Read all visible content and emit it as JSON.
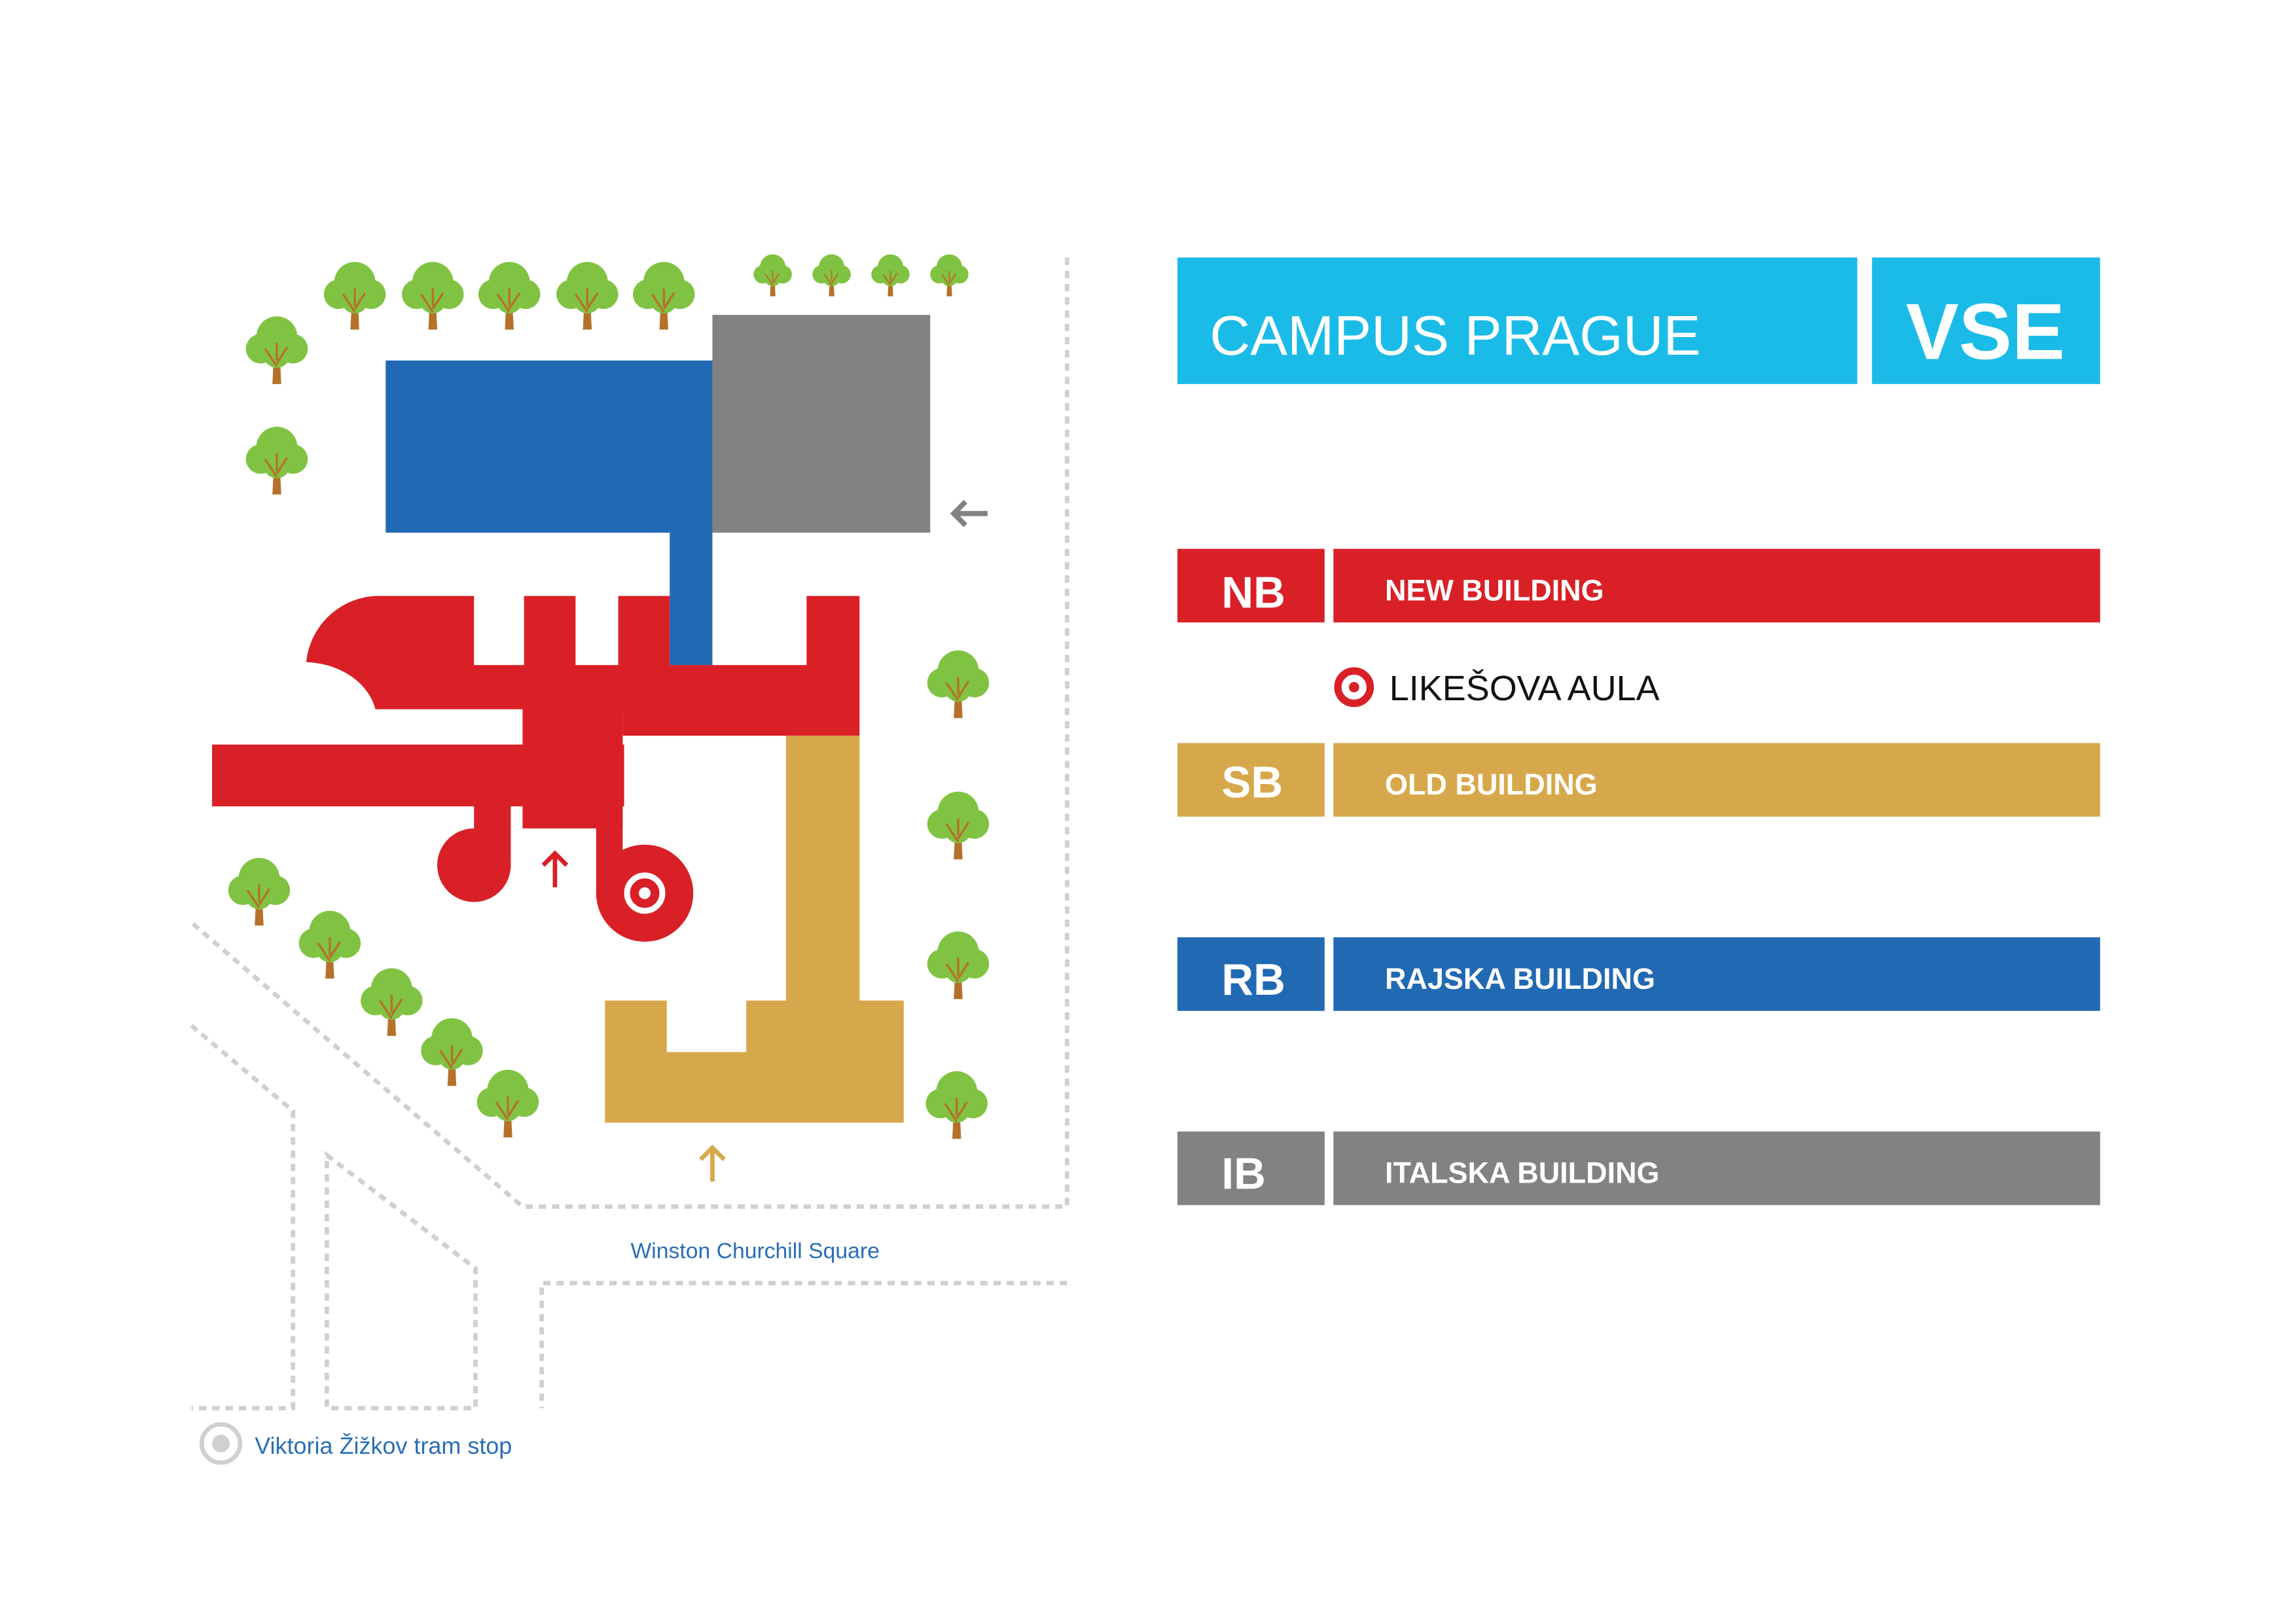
{
  "colors": {
    "header": "#1bbbe8",
    "red": "#d92027",
    "gold": "#d7a84b",
    "blue": "#2169b3",
    "gray": "#828282",
    "tree": "#80c342",
    "trunk": "#b5712a",
    "road": "#d0d0d0",
    "label": "#2a6eb5"
  },
  "header": {
    "title": "CAMPUS PRAGUE",
    "logo": "VSE"
  },
  "legend": [
    {
      "code": "NB",
      "name": "NEW BUILDING"
    },
    {
      "code": "SB",
      "name": "OLD BUILDING"
    },
    {
      "code": "RB",
      "name": "RAJSKA BUILDING"
    },
    {
      "code": "IB",
      "name": "ITALSKA BUILDING"
    }
  ],
  "landmark": {
    "name": "LIKEŠOVA AULA"
  },
  "map": {
    "square": "Winston Churchill Square",
    "tram_stop": "Viktoria Žižkov tram stop"
  }
}
